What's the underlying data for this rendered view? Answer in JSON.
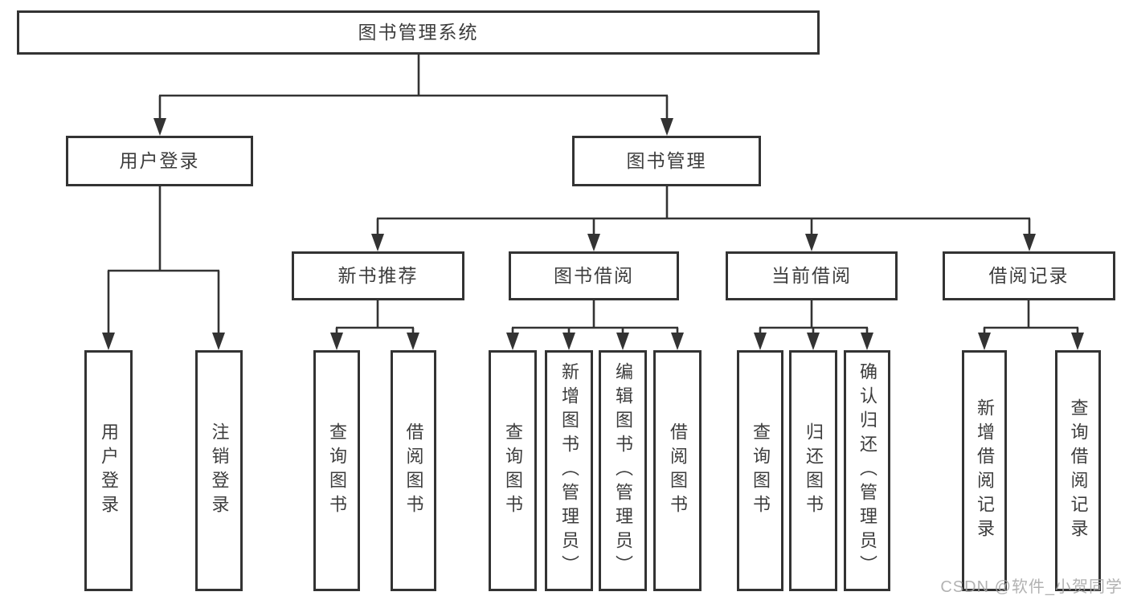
{
  "diagram": {
    "root": "图书管理系统",
    "level2": [
      "用户登录",
      "图书管理"
    ],
    "level3": [
      "新书推荐",
      "图书借阅",
      "当前借阅",
      "借阅记录"
    ],
    "leaves": {
      "login": [
        "用户登录",
        "注销登录"
      ],
      "recommend": [
        "查询图书",
        "借阅图书"
      ],
      "borrow": [
        "查询图书",
        "新增图书（管理员）",
        "编辑图书（管理员）",
        "借阅图书"
      ],
      "current": [
        "查询图书",
        "归还图书",
        "确认归还（管理员）"
      ],
      "records": [
        "新增借阅记录",
        "查询借阅记录"
      ]
    }
  },
  "watermark": {
    "text": "CSDN @软件_小贺同学"
  },
  "colors": {
    "line": "#333333",
    "text": "#3d3d3d",
    "background": "#ffffff",
    "watermark": "#a4a4a4"
  }
}
